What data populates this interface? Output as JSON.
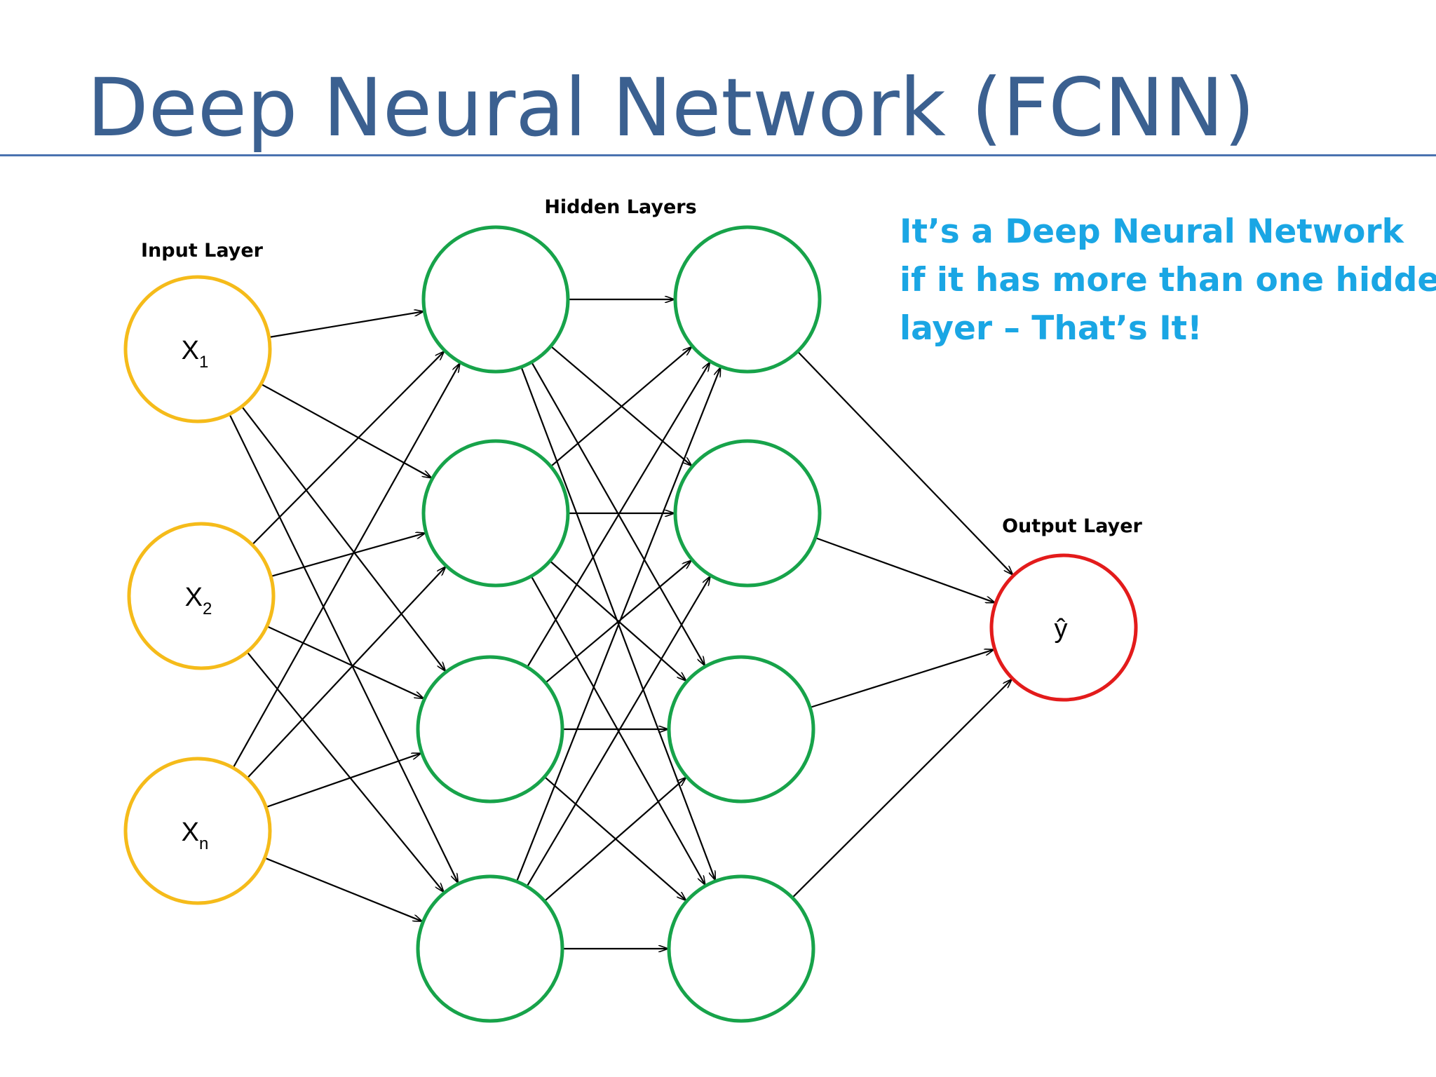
{
  "slide": {
    "title": "Deep Neural Network (FCNN)",
    "title_color": "#3b6090",
    "rule_color": "#4a72b0"
  },
  "note": {
    "lines": [
      "It’s a Deep Neural Network",
      "if it has more than one hidden",
      "layer – That’s It!"
    ],
    "color": "#1aa6e4"
  },
  "network": {
    "edge_color": "#000000",
    "layers": [
      {
        "id": "input",
        "label": "Input Layer",
        "color": "#f5bb1a",
        "nodes": [
          {
            "label": "X",
            "sub": "1"
          },
          {
            "label": "X",
            "sub": "2"
          },
          {
            "label": "X",
            "sub": "n"
          }
        ]
      },
      {
        "id": "hidden1",
        "label": "",
        "color": "#17a34a",
        "nodes": [
          {},
          {},
          {},
          {}
        ]
      },
      {
        "id": "hidden2",
        "label": "",
        "color": "#17a34a",
        "nodes": [
          {},
          {},
          {},
          {}
        ]
      },
      {
        "id": "output",
        "label": "Output Layer",
        "color": "#e31b1b",
        "nodes": [
          {
            "label": "ŷ",
            "sub": ""
          }
        ]
      }
    ],
    "hidden_group_label": "Hidden Layers"
  }
}
